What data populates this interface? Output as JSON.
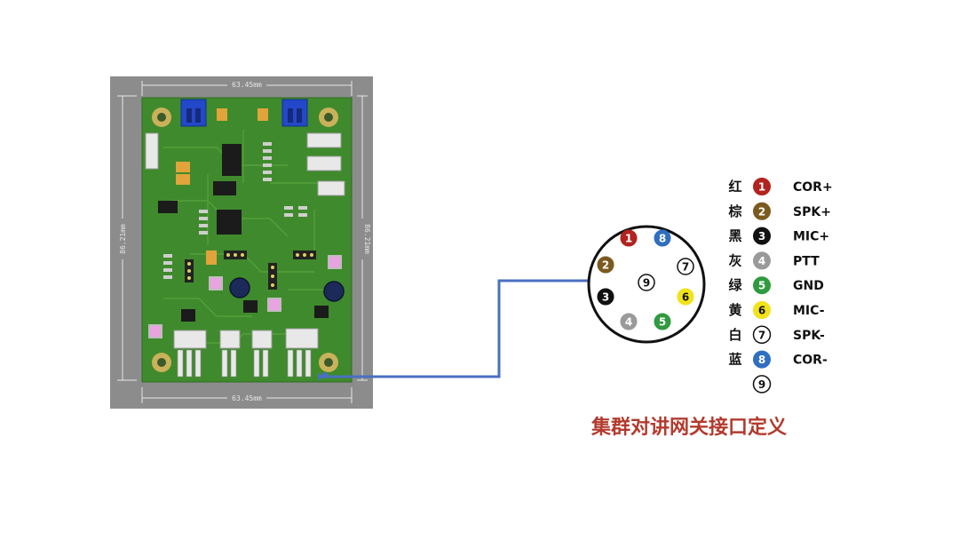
{
  "pcb": {
    "width_label": "63.45mm",
    "height_label": "86.21mm",
    "board_color": "#3f8a2c",
    "panel_color": "#8c8c8c"
  },
  "connector": {
    "outline_color": "#111111",
    "cable_color": "#4a6fc2",
    "pins": [
      {
        "num": "1",
        "style": "filled",
        "color": "#b2231f"
      },
      {
        "num": "8",
        "style": "filled",
        "color": "#2f6fc2"
      },
      {
        "num": "2",
        "style": "filled",
        "color": "#7a5a1e"
      },
      {
        "num": "7",
        "style": "outline",
        "color": "#111111"
      },
      {
        "num": "9",
        "style": "outline",
        "color": "#111111"
      },
      {
        "num": "3",
        "style": "filled",
        "color": "#111111"
      },
      {
        "num": "6",
        "style": "filled",
        "color": "#f2e21a"
      },
      {
        "num": "4",
        "style": "filled",
        "color": "#9a9a9a"
      },
      {
        "num": "5",
        "style": "filled",
        "color": "#2f9a3e"
      }
    ]
  },
  "legend": [
    {
      "cn": "红",
      "num": "1",
      "style": "filled",
      "color": "#b2231f",
      "signal": "COR+"
    },
    {
      "cn": "棕",
      "num": "2",
      "style": "filled",
      "color": "#7a5a1e",
      "signal": "SPK+"
    },
    {
      "cn": "黑",
      "num": "3",
      "style": "filled",
      "color": "#111111",
      "signal": "MIC+"
    },
    {
      "cn": "灰",
      "num": "4",
      "style": "filled",
      "color": "#9a9a9a",
      "signal": "PTT"
    },
    {
      "cn": "绿",
      "num": "5",
      "style": "filled",
      "color": "#2f9a3e",
      "signal": "GND"
    },
    {
      "cn": "黄",
      "num": "6",
      "style": "filled",
      "color": "#f2e21a",
      "signal": "MIC-"
    },
    {
      "cn": "白",
      "num": "7",
      "style": "outline",
      "color": "#111111",
      "signal": "SPK-"
    },
    {
      "cn": "蓝",
      "num": "8",
      "style": "filled",
      "color": "#2f6fc2",
      "signal": "COR-"
    },
    {
      "cn": "",
      "num": "9",
      "style": "outline",
      "color": "#111111",
      "signal": ""
    }
  ],
  "title": "集群对讲网关接口定义",
  "title_color": "#b23a2e"
}
